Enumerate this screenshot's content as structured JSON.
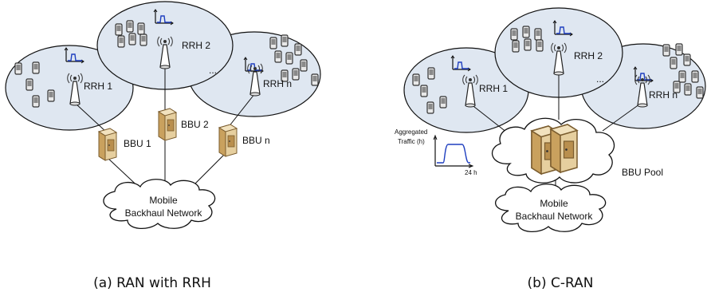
{
  "left": {
    "caption": "(a) RAN with RRH",
    "rrh1": "RRH 1",
    "rrh2": "RRH 2",
    "rrhn": "RRH n",
    "ellipsis": "...",
    "bbu1": "BBU 1",
    "bbu2": "BBU 2",
    "bbun": "BBU n",
    "cloud_line1": "Mobile",
    "cloud_line2": "Backhaul Network"
  },
  "right": {
    "caption": "(b) C-RAN",
    "rrh1": "RRH 1",
    "rrh2": "RRH 2",
    "rrhn": "RRH n",
    "ellipsis": "...",
    "agg_line1": "Aggregated",
    "agg_line2": "Traffic (h)",
    "agg_x": "24 h",
    "pool": "BBU Pool",
    "cloud_line1": "Mobile",
    "cloud_line2": "Backhaul Network"
  },
  "colors": {
    "cell_fill": "#dfe7f1",
    "cell_stroke": "#111111",
    "plot_line": "#1f3fbf",
    "bbu_fill": "#d8b884"
  }
}
